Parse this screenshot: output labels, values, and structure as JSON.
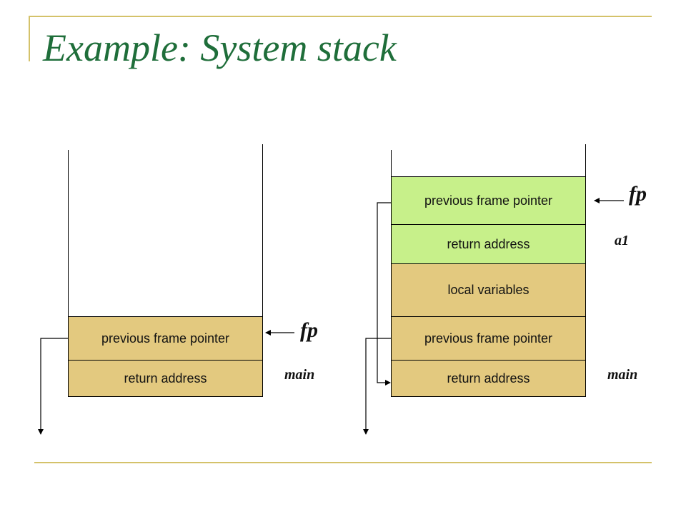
{
  "title": "Example: System stack",
  "colors": {
    "accent_line": "#d4c26a",
    "title": "#1f6e3a",
    "frame_tan": "#e3c97f",
    "frame_green": "#c7f08a"
  },
  "left_stack": {
    "frames": [
      {
        "label": "previous frame pointer"
      },
      {
        "label": "return address"
      }
    ],
    "fp_label": "fp",
    "frame_label": "main"
  },
  "right_stack": {
    "frames": [
      {
        "label": "previous frame pointer"
      },
      {
        "label": "return address"
      },
      {
        "label": "local variables"
      },
      {
        "label": "previous frame pointer"
      },
      {
        "label": "return address"
      }
    ],
    "fp_label": "fp",
    "a1_label": "a1",
    "main_label": "main"
  }
}
